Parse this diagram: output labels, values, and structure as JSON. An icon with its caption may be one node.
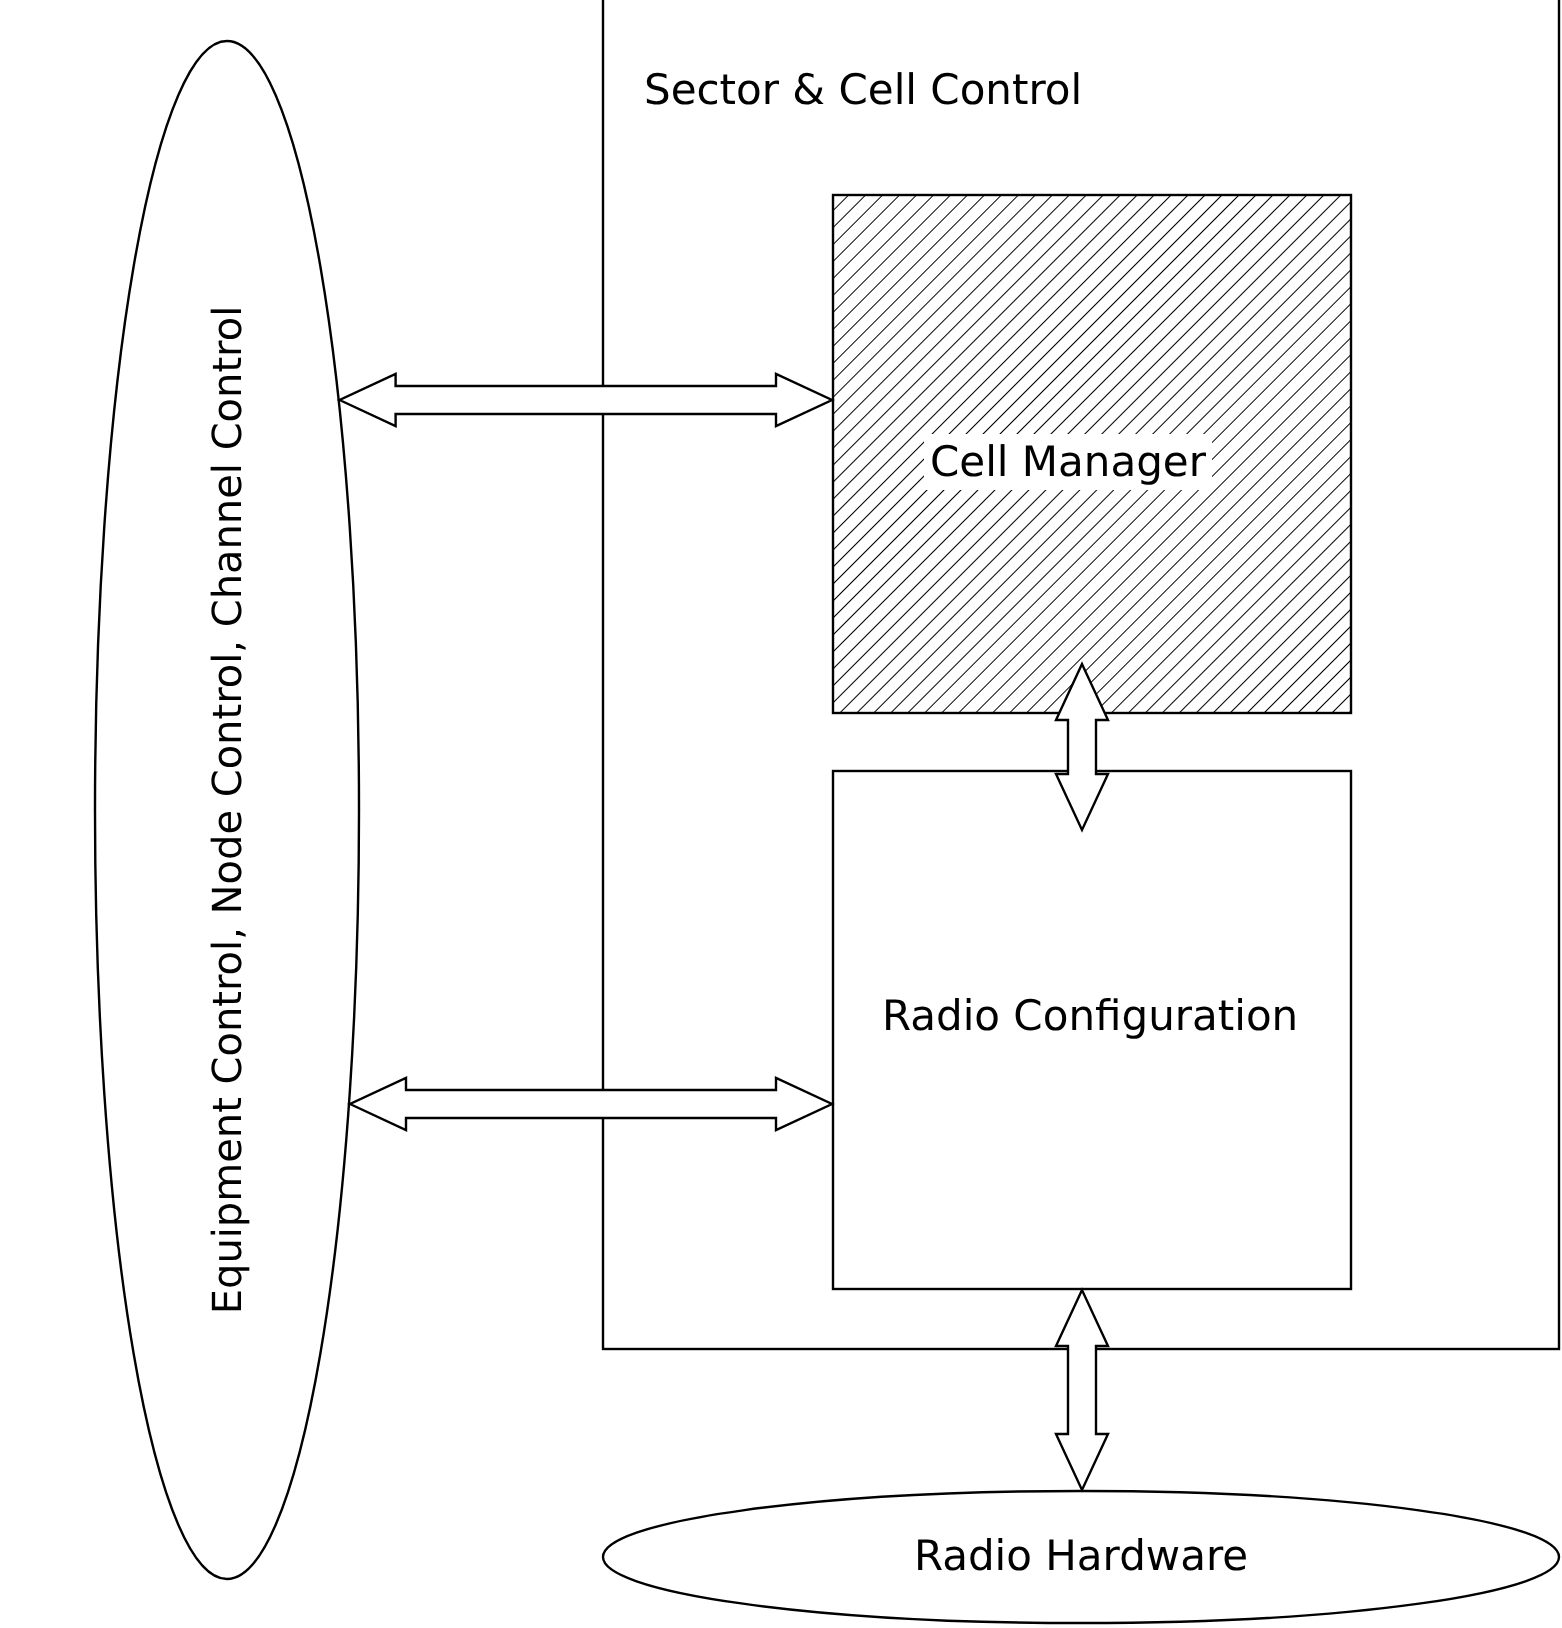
{
  "diagram": {
    "nodes": [
      {
        "text": [
          "Equipment Control, Node Control, Channel Control"
        ]
      },
      {
        "text": [
          "Sector & Cell Control"
        ]
      },
      {
        "text": [
          "Cell Manager"
        ],
        "in": 1
      },
      {
        "text": [
          "Radio Configuration"
        ],
        "in": 1
      },
      {
        "text": [
          "Radio Hardware"
        ]
      }
    ],
    "edges": [
      {
        "from": 0,
        "to": 2,
        "arrow": "both"
      },
      {
        "from": 0,
        "to": 3,
        "arrow": "both"
      },
      {
        "from": 2,
        "to": 3,
        "arrow": "both"
      },
      {
        "from": 3,
        "to": 4,
        "arrow": "both"
      }
    ]
  }
}
